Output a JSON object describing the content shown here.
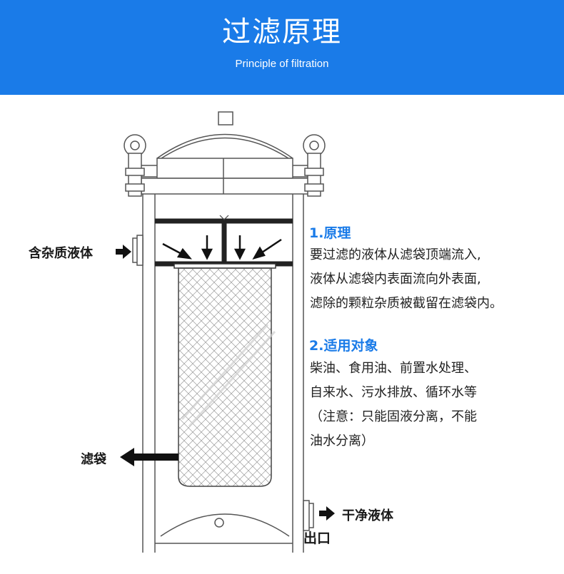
{
  "header": {
    "title": "过滤原理",
    "subtitle": "Principle of filtration",
    "background_color": "#1a7be8"
  },
  "diagram": {
    "inlet_label": "含杂质液体",
    "bag_label": "滤袋",
    "outlet_liquid_label": "干净液体",
    "outlet_label": "出口"
  },
  "sections": [
    {
      "title": "1.原理",
      "lines": [
        "要过滤的液体从滤袋顶端流入,",
        "液体从滤袋内表面流向外表面,",
        "滤除的颗粒杂质被截留在滤袋内。"
      ]
    },
    {
      "title": "2.适用对象",
      "lines": [
        "柴油、食用油、前置水处理、",
        "自来水、污水排放、循环水等",
        "（注意：只能固液分离，不能",
        " 油水分离）"
      ]
    }
  ],
  "accent_color": "#1a7be8"
}
